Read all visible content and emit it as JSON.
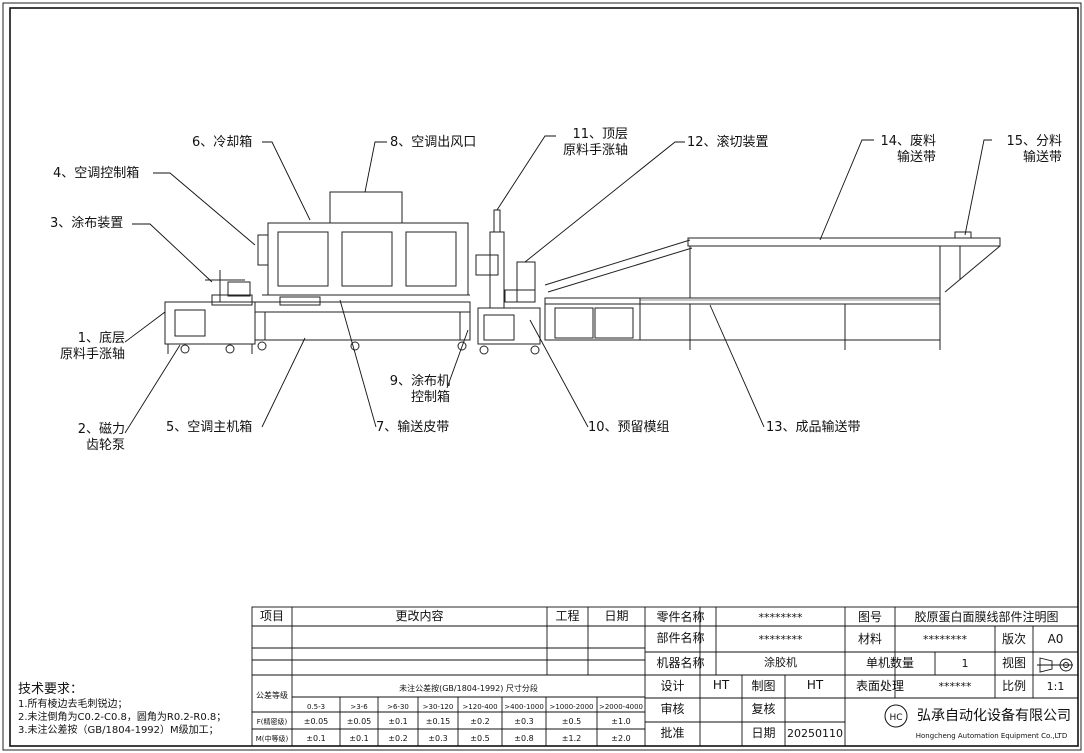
{
  "callouts": {
    "c1": [
      "1、底层",
      "原料手涨轴"
    ],
    "c2": [
      "2、磁力",
      "齿轮泵"
    ],
    "c3": "3、涂布装置",
    "c4": "4、空调控制箱",
    "c5": "5、空调主机箱",
    "c6": "6、冷却箱",
    "c7": "7、输送皮带",
    "c8": "8、空调出风口",
    "c9": [
      "9、涂布机",
      "控制箱"
    ],
    "c10": "10、预留模组",
    "c11": [
      "11、顶层",
      "原料手涨轴"
    ],
    "c12": "12、滚切装置",
    "c13": "13、成品输送带",
    "c14": [
      "14、废料",
      "输送带"
    ],
    "c15": [
      "15、分料",
      "输送带"
    ]
  },
  "tech": {
    "heading": "技术要求：",
    "lines": [
      "1.所有棱边去毛刺锐边；",
      "2.未注倒角为C0.2-C0.8，圆角为R0.2-R0.8；",
      "3.未注公差按（GB/1804-1992）M级加工；"
    ]
  },
  "revision": {
    "item": "项目",
    "content": "更改内容",
    "engineering": "工程",
    "date": "日期"
  },
  "tolerance": {
    "grade": "公差等级",
    "title": "未注公差按(GB/1804-1992)   尺寸分段",
    "ranges": [
      "0.5-3",
      ">3-6",
      ">6-30",
      ">30-120",
      ">120-400",
      ">400-1000",
      ">1000-2000",
      ">2000-4000"
    ],
    "f_label": "F(精密级)",
    "f_values": [
      "±0.05",
      "±0.05",
      "±0.1",
      "±0.15",
      "±0.2",
      "±0.3",
      "±0.5",
      "±1.0"
    ],
    "m_label": "M(中等级)",
    "m_values": [
      "±0.1",
      "±0.1",
      "±0.2",
      "±0.3",
      "±0.5",
      "±0.8",
      "±1.2",
      "±2.0"
    ]
  },
  "title_block": {
    "part_name_label": "零件名称",
    "part_name": "********",
    "component_name_label": "部件名称",
    "component_name": "********",
    "machine_name_label": "机器名称",
    "machine_name": "涂胶机",
    "design_label": "设计",
    "design": "HT",
    "drafting_label": "制图",
    "drafting": "HT",
    "review_label": "审核",
    "recheck_label": "复核",
    "approve_label": "批准",
    "date_label": "日期",
    "date": "20250110",
    "drawing_no_label": "图号",
    "drawing_title": "胶原蛋白面膜线部件注明图",
    "material_label": "材料",
    "material": "********",
    "version_label": "版次",
    "version": "A0",
    "qty_label": "单机数量",
    "qty": "1",
    "view_label": "视图",
    "surface_label": "表面处理",
    "surface": "******",
    "scale_label": "比例",
    "scale": "1:1",
    "company_cn": "弘承自动化设备有限公司",
    "company_en": "Hongcheng Automation Equipment Co.,LTD",
    "logo_text": "HC"
  }
}
